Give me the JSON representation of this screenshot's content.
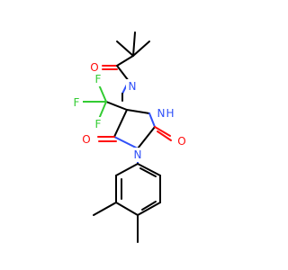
{
  "molecule": {
    "atoms": {
      "o_amide": {
        "label": "O"
      },
      "n_amide": {
        "label": "N"
      },
      "n_ring_h": {
        "label": "N",
        "suffix": "H"
      },
      "n_ring_ar": {
        "label": "N"
      },
      "o_c5": {
        "label": "O"
      },
      "o_c2": {
        "label": "O"
      },
      "f1": {
        "label": "F"
      },
      "f2": {
        "label": "F"
      },
      "f3": {
        "label": "F"
      }
    },
    "colors": {
      "carbon": "#000000",
      "nitrogen": "#3050F8",
      "oxygen": "#FF0D0D",
      "fluorine": "#33CC33"
    }
  }
}
